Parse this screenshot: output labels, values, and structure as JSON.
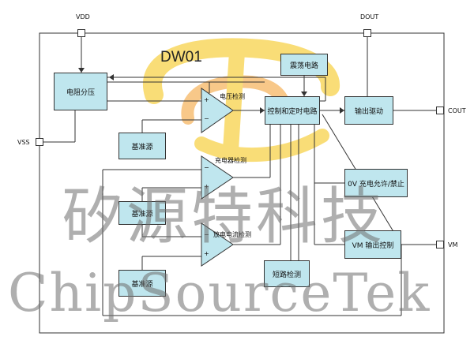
{
  "chip_name": "DW01",
  "pins": {
    "vdd": "VDD",
    "vss": "VSS",
    "dout": "DOUT",
    "cout": "COUT",
    "vm": "VM"
  },
  "blocks": {
    "resistor_divider": "电阻分压",
    "reference_1": "基准源",
    "reference_2": "基准源",
    "reference_3": "基准源",
    "oscillator": "震荡电路",
    "control_timer": "控制和定时电路",
    "output_driver": "输出驱动",
    "zero_v_charge": "0V 充电允许/禁止",
    "vm_output_control": "VM 输出控制",
    "short_detect": "短路检测"
  },
  "comparators": {
    "voltage_detect": "电压检测",
    "charger_detect": "充电器检测",
    "discharge_current_detect": "放电电流检测",
    "plus": "+",
    "minus": "−"
  },
  "watermark": {
    "chinese": "矽源特科技",
    "english": "ChipSourceTek"
  },
  "colors": {
    "block_fill": "#bfe6ee",
    "line": "#333333",
    "logo_yellow": "#f7d24a",
    "logo_orange": "#f3a23a"
  }
}
